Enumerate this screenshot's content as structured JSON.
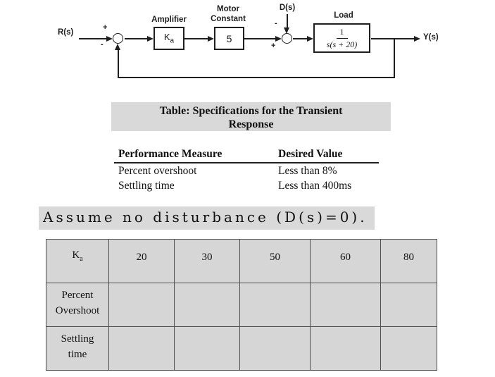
{
  "diagram": {
    "input_label": "R(s)",
    "output_label": "Y(s)",
    "disturbance_label": "D(s)",
    "sum1_plus": "+",
    "sum1_minus": "-",
    "sum2_minus": "-",
    "sum2_plus": "+",
    "amplifier_caption": "Amplifier",
    "amplifier_gain_main": "K",
    "amplifier_gain_sub": "a",
    "motor_caption_line1": "Motor",
    "motor_caption_line2": "Constant",
    "motor_value": "5",
    "load_caption": "Load",
    "load_numerator": "1",
    "load_denominator": "s(s + 20)"
  },
  "spec_title": {
    "line1": "Table: Specifications for the Transient",
    "line2": "Response"
  },
  "spec_table": {
    "header": [
      "Performance Measure",
      "Desired Value"
    ],
    "rows": [
      {
        "measure": "Percent overshoot",
        "value": "Less than 8%"
      },
      {
        "measure": "Settling time",
        "value": "Less than 400ms"
      }
    ]
  },
  "assumption_text": "Assume no disturbance (D(s)=0).",
  "sweep_table": {
    "gain_symbol_main": "K",
    "gain_symbol_sub": "a",
    "gain_values": [
      "20",
      "30",
      "50",
      "60",
      "80"
    ],
    "row_label_1_line1": "Percent",
    "row_label_1_line2": "Overshoot",
    "row_label_2_line1": "Settling",
    "row_label_2_line2": "time"
  },
  "colors": {
    "banner_bg": "#d9d9d9",
    "highlight_bg": "#d9d9d9",
    "table_cell_bg": "#d6d6d6",
    "diagram_line": "#1f1f1f"
  }
}
